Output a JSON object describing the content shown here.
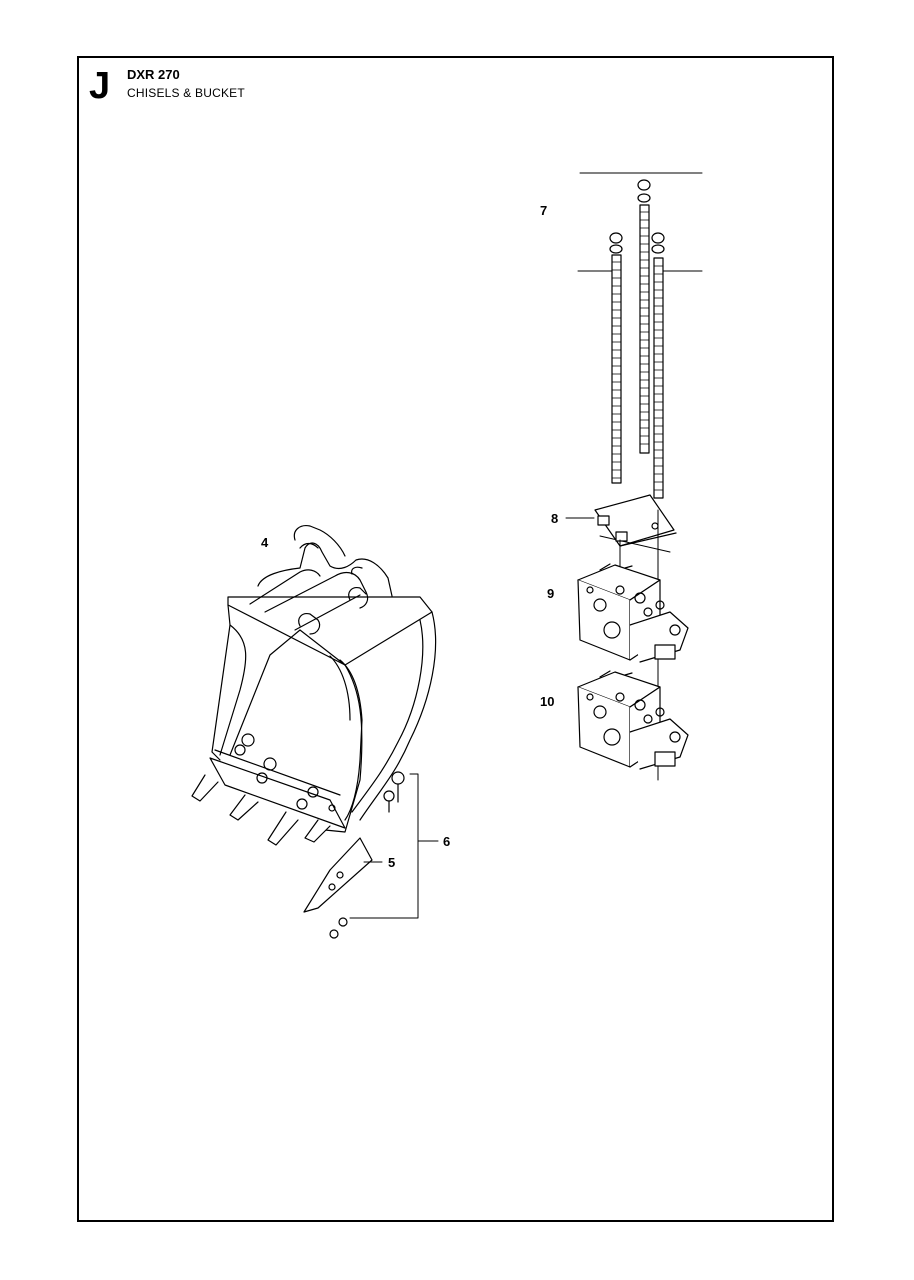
{
  "header": {
    "section_letter": "J",
    "model": "DXR 270",
    "subtitle": "CHISELS & BUCKET"
  },
  "callouts": [
    {
      "id": "4",
      "label": "4"
    },
    {
      "id": "5",
      "label": "5"
    },
    {
      "id": "6",
      "label": "6"
    },
    {
      "id": "7",
      "label": "7"
    },
    {
      "id": "8",
      "label": "8"
    },
    {
      "id": "9",
      "label": "9"
    },
    {
      "id": "10",
      "label": "10"
    }
  ]
}
